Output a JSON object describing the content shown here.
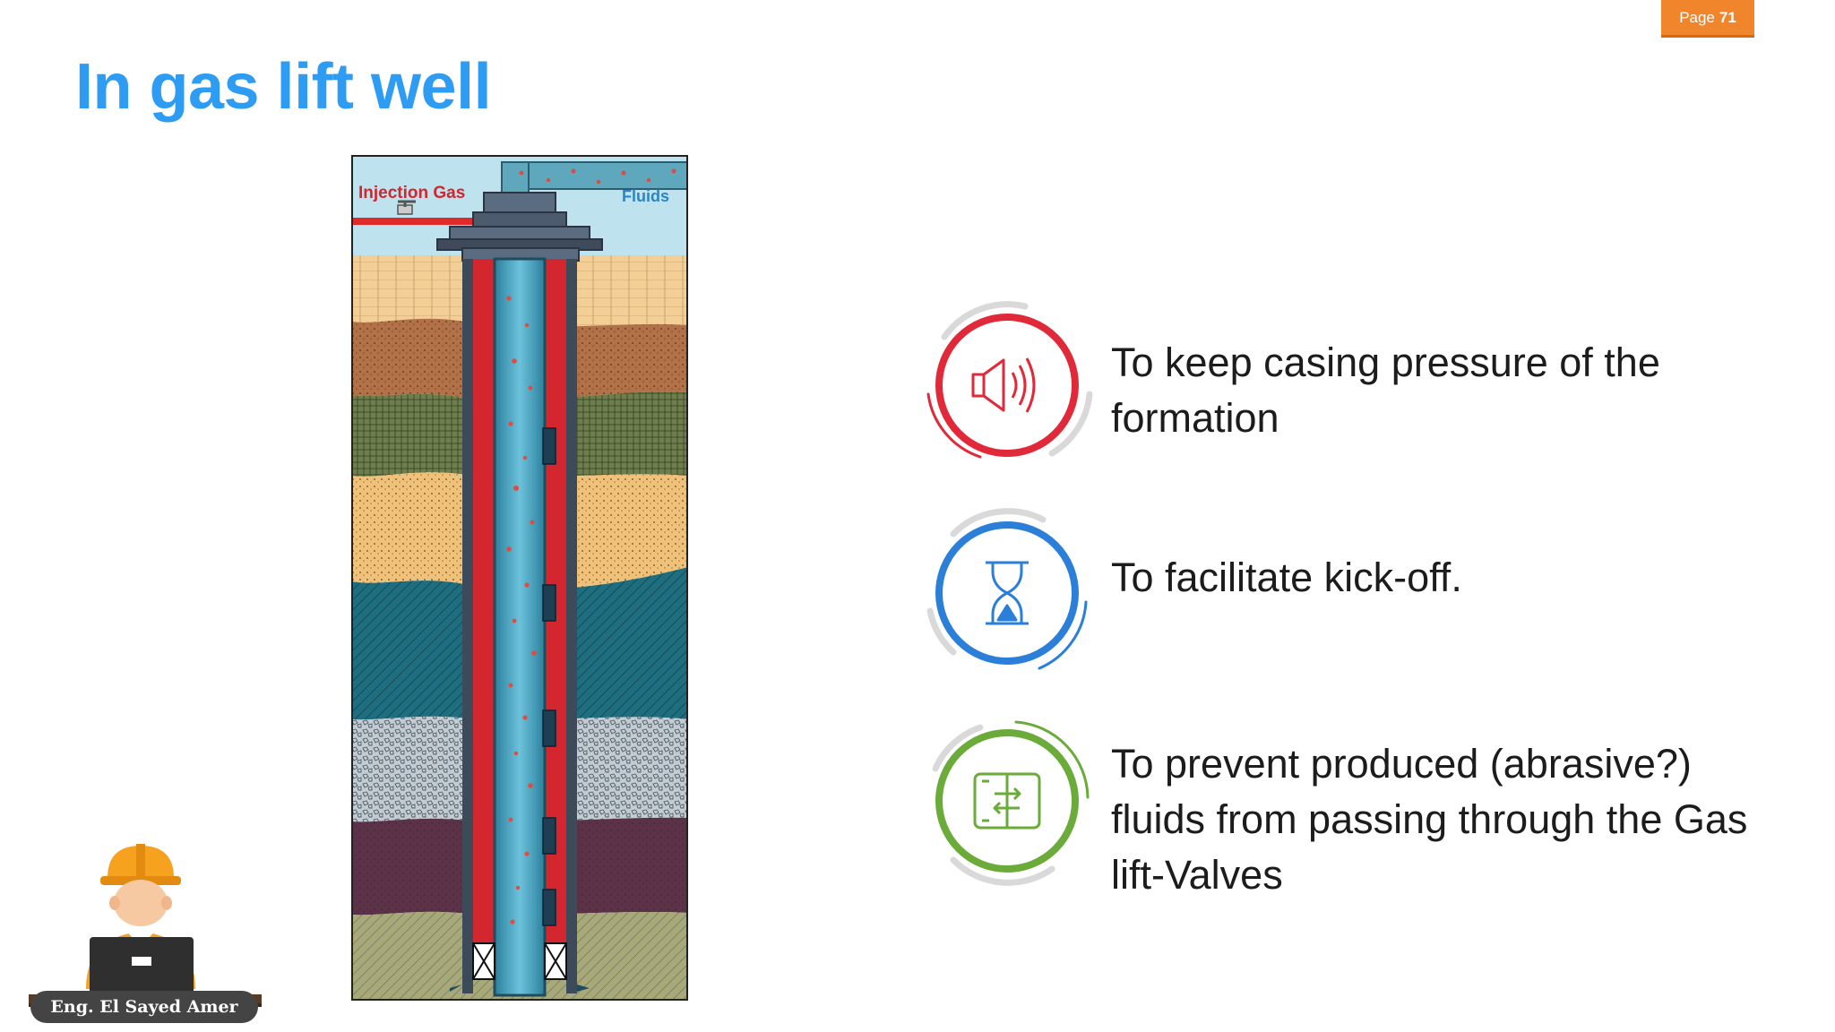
{
  "page": {
    "prefix": "Page",
    "number": "71"
  },
  "title": "In gas lift well",
  "diagram": {
    "injection_label": "Injection Gas",
    "fluids_label": "Fluids"
  },
  "bullets": [
    {
      "icon": "speaker-icon",
      "color": "#e02a3a",
      "text": "To keep casing pressure of the formation"
    },
    {
      "icon": "hourglass-icon",
      "color": "#2b7fd8",
      "text": "To facilitate kick-off."
    },
    {
      "icon": "arrows-exchange-icon",
      "color": "#6aab3a",
      "text": "To prevent produced (abrasive?) fluids from passing through the Gas lift-Valves"
    }
  ],
  "author": "Eng. El Sayed Amer"
}
